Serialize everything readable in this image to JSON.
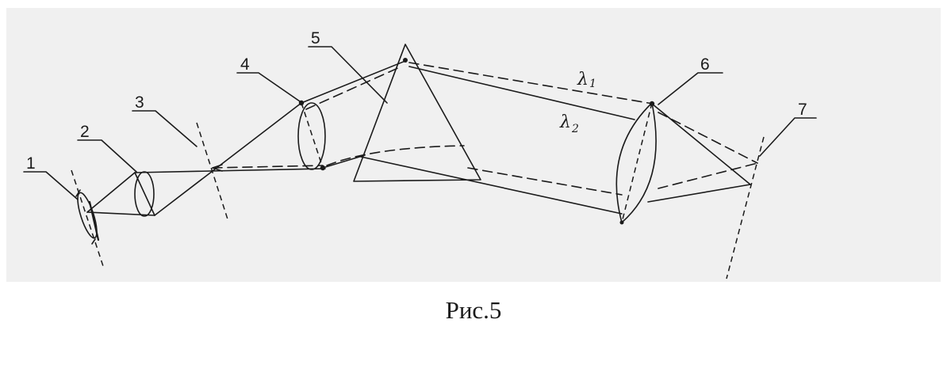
{
  "diagram": {
    "labels": {
      "l1": "1",
      "l2": "2",
      "l3": "3",
      "l4": "4",
      "l5": "5",
      "l6": "6",
      "l7": "7"
    },
    "wavelengths": {
      "lambda1_symbol": "λ",
      "lambda1_sub": "1",
      "lambda2_symbol": "λ",
      "lambda2_sub": "2"
    }
  },
  "caption": "Рис.5"
}
